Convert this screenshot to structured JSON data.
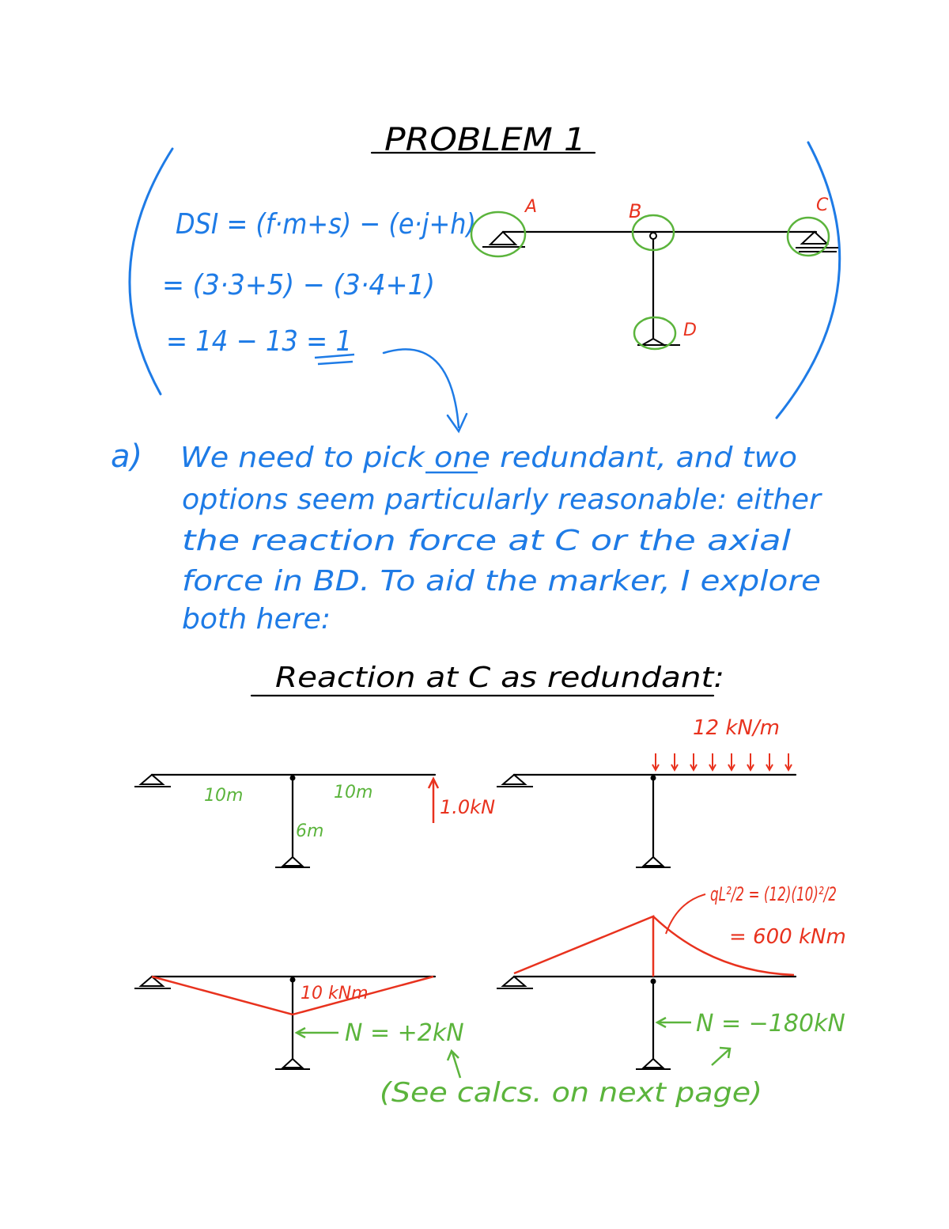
{
  "page": {
    "title": "PROBLEM 1",
    "colors": {
      "ink": "#000000",
      "blue": "#1e7be6",
      "red": "#e8321e",
      "green": "#5bb43c",
      "paper": "#ffffff"
    }
  },
  "dsi": {
    "line1": "DSI = (f·m+s) − (e·j+h)",
    "line2": "= (3·3+5) − (3·4+1)",
    "line3": "= 14 − 13 = 1"
  },
  "structure": {
    "node_a": "A",
    "node_b": "B",
    "node_c": "C",
    "node_d": "D"
  },
  "part_a": {
    "label": "a)",
    "line1": "We need to pick one redundant, and two",
    "line2": "options seem particularly reasonable: either",
    "line3": "the reaction force at C or the axial",
    "line4": "force in BD. To aid the marker, I explore",
    "line5": "both here:"
  },
  "section": {
    "heading": "Reaction at C as redundant:"
  },
  "diagram1": {
    "span_left": "10m",
    "span_right": "10m",
    "column": "6m",
    "unit_load": "1.0kN"
  },
  "diagram2": {
    "load": "12 kN/m"
  },
  "diagram3": {
    "moment": "10 kNm",
    "axial": "N = +2kN"
  },
  "diagram4": {
    "formula": "qL²/2 = (12)(10)²/2",
    "moment": "= 600 kNm",
    "axial": "N = −180kN"
  },
  "footer": {
    "note": "(See calcs. on next page)"
  }
}
